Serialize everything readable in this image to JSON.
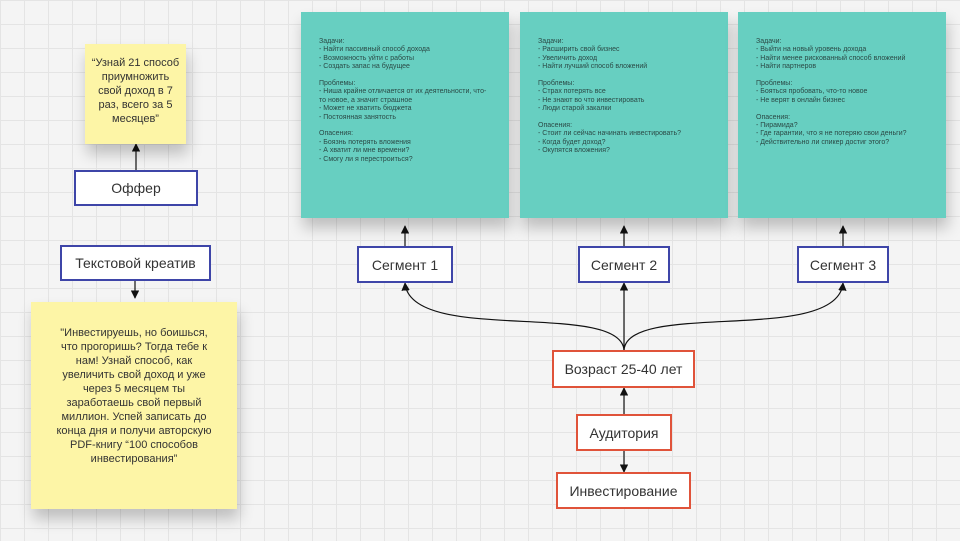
{
  "offer": {
    "note": "“Узнай 21 способ\nприумножить\nсвой доход в 7\nраз, всего за 5\nмесяцев”",
    "label": "Оффер"
  },
  "creative": {
    "label": "Текстовой креатив",
    "note": "\"Инвестируешь, но боишься,\nчто прогоришь? Тогда тебе к\nнам! Узнай способ, как\nувеличить свой доход и уже\nчерез 5 месяцем ты\nзаработаешь свой первый\nмиллион. Успей записать до\nконца дня и получи авторскую\nPDF-книгу “100 способов\nинвестирования”"
  },
  "segments": [
    {
      "label": "Сегмент 1",
      "note": "Задачи:\n- Найти пассивный способ дохода\n- Возможность уйти с работы\n- Создать запас на будущее\n\nПроблемы:\n- Ниша крайне отличается от их деятельности, что-\n  то новое, а значит страшное\n- Может не хватить бюджета\n- Постоянная занятость\n\nОпасения:\n- Боязнь потерять вложения\n- А хватит ли мне времени?\n- Смогу ли я перестроиться?"
    },
    {
      "label": "Сегмент 2",
      "note": "Задачи:\n- Расширить свой бизнес\n- Увеличить доход\n- Найти лучший способ вложений\n\nПроблемы:\n- Страх потерять все\n- Не знают во что инвестировать\n- Люди старой закалки\n\nОпасения:\n- Стоит ли сейчас начинать инвестировать?\n- Когда будет доход?\n- Окупятся вложения?"
    },
    {
      "label": "Сегмент 3",
      "note": "Задачи:\n- Выйти на новый уровень дохода\n- Найти менее рискованный способ вложений\n- Найти партнеров\n\nПроблемы:\n- Бояться пробовать, что-то новое\n- Не верят в онлайн бизнес\n\nОпасения:\n- Пирамида?\n- Где гарантии, что я не потеряю свои деньги?\n- Действительно ли спикер достиг этого?"
    }
  ],
  "age": {
    "label": "Возраст 25-40 лет"
  },
  "audience": {
    "label": "Аудитория"
  },
  "topic": {
    "label": "Инвестирование"
  },
  "colors": {
    "yellow_note": "#fdf5a6",
    "teal_note": "#67cfc1",
    "blue_border": "#3e45a8",
    "red_border": "#e0533a",
    "connector": "#111111"
  }
}
